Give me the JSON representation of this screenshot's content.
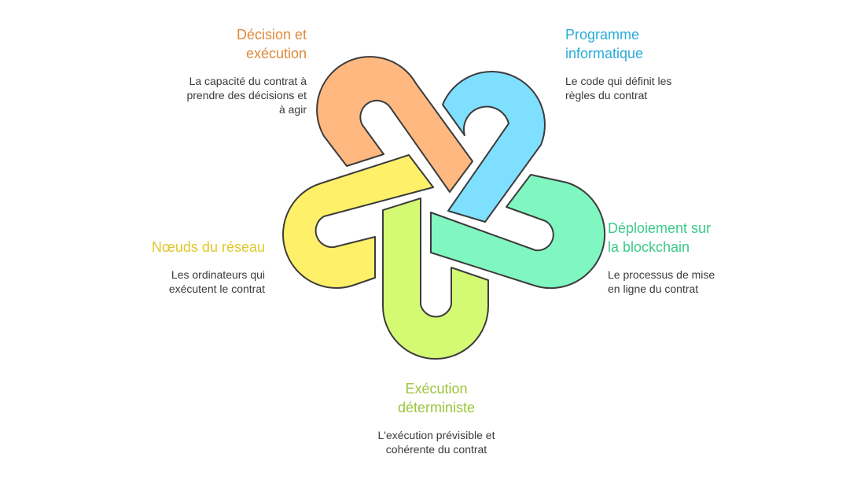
{
  "items": [
    {
      "key": "decision",
      "title": "Décision et\nexécution",
      "description": "La capacité du contrat à\nprendre des décisions et\nà agir",
      "color": "#FFB980",
      "text_color": "#E08A3C",
      "icon": "orange-loop"
    },
    {
      "key": "programme",
      "title": "Programme\ninformatique",
      "description": "Le code qui définit les\nrègles du contrat",
      "color": "#7EDFFF",
      "text_color": "#2AABD8",
      "icon": "blue-loop"
    },
    {
      "key": "deploiement",
      "title": "Déploiement sur\nla blockchain",
      "description": "Le processus de mise\nen ligne du contrat",
      "color": "#80F7C0",
      "text_color": "#3CC98A",
      "icon": "green-loop"
    },
    {
      "key": "execution",
      "title": "Exécution\ndéterministe",
      "description": "L'exécution prévisible et\ncohérente du contrat",
      "color": "#D4FA74",
      "text_color": "#9CC43A",
      "icon": "lime-loop"
    },
    {
      "key": "noeuds",
      "title": "Nœuds du réseau",
      "description": "Les ordinateurs qui\nexécutent le contrat",
      "color": "#FFF06A",
      "text_color": "#E0C82A",
      "icon": "yellow-loop"
    }
  ]
}
